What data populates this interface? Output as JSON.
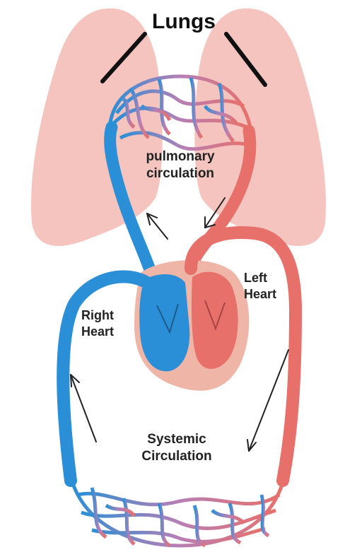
{
  "labels": {
    "lungs": "Lungs",
    "pulmonary_line1": "pulmonary",
    "pulmonary_line2": "circulation",
    "right_heart_line1": "Right",
    "right_heart_line2": "Heart",
    "left_heart_line1": "Left",
    "left_heart_line2": "Heart",
    "systemic_line1": "Systemic",
    "systemic_line2": "Circulation"
  },
  "colors": {
    "lung": "#f5c4be",
    "deoxygenated": "#2a8fd6",
    "oxygenated": "#e8706a",
    "heart_wall": "#efb5a6",
    "arrow": "#222222"
  }
}
